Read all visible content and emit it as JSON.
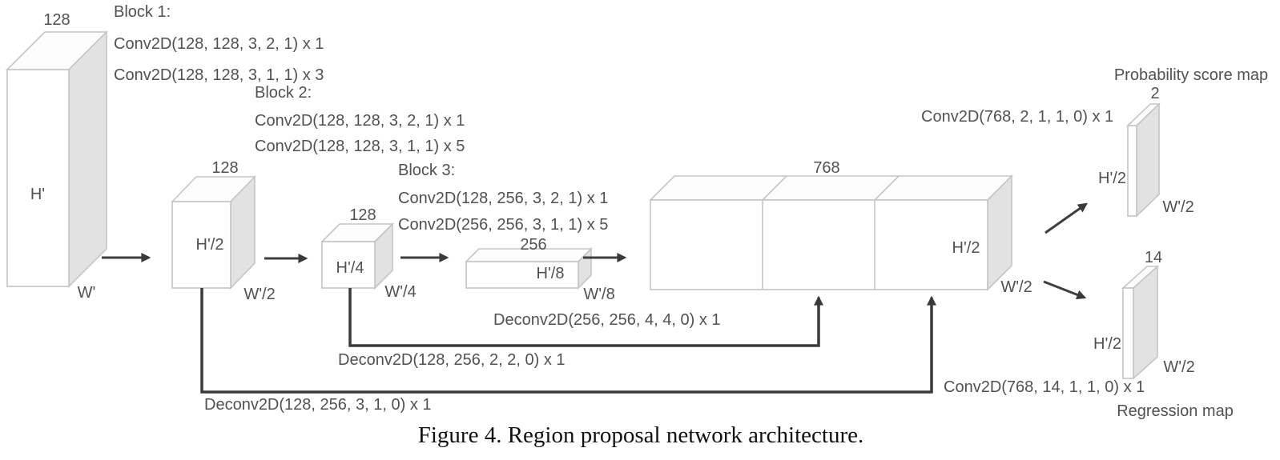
{
  "figure": {
    "caption": "Figure 4. Region proposal network architecture."
  },
  "blocks": {
    "block1": {
      "title": "Block 1:",
      "line1": "Conv2D(128, 128, 3, 2, 1) x 1",
      "line2": "Conv2D(128, 128, 3, 1, 1) x 3"
    },
    "block2": {
      "title": "Block 2:",
      "line1": "Conv2D(128, 128, 3, 2, 1) x 1",
      "line2": "Conv2D(128, 128, 3, 1, 1) x 5"
    },
    "block3": {
      "title": "Block 3:",
      "line1": "Conv2D(128, 256, 3, 2, 1) x 1",
      "line2": "Conv2D(256, 256, 3, 1, 1) x 5"
    }
  },
  "tensors": {
    "input": {
      "channels": "128",
      "height": "H'",
      "width": "W'"
    },
    "feat2": {
      "channels": "128",
      "height": "H'/2",
      "width": "W'/2"
    },
    "feat4": {
      "channels": "128",
      "height": "H'/4",
      "width": "W'/4"
    },
    "feat8": {
      "channels": "256",
      "height": "H'/8",
      "width": "W'/8"
    },
    "concat": {
      "channels": "768",
      "height": "H'/2",
      "width": "W'/2"
    },
    "prob": {
      "title": "Probability score map",
      "channels": "2",
      "height": "H'/2",
      "width": "W'/2"
    },
    "reg": {
      "title": "Regression map",
      "channels": "14",
      "height": "H'/2",
      "width": "W'/2"
    }
  },
  "ops": {
    "deconv8": "Deconv2D(256, 256, 4, 4, 0) x 1",
    "deconv4": "Deconv2D(128, 256, 2, 2, 0) x 1",
    "deconv2": "Deconv2D(128, 256, 3, 1, 0) x 1",
    "conv_prob": "Conv2D(768, 2, 1, 1, 0) x 1",
    "conv_reg": "Conv2D(768, 14, 1, 1, 0) x 1"
  },
  "colors": {
    "text": "#515154",
    "arrow": "#3a3a3a",
    "box_stroke": "#c5c5c5",
    "box_side_fill": "#e2e2e2",
    "caption_text": "#111111",
    "background": "#ffffff"
  }
}
